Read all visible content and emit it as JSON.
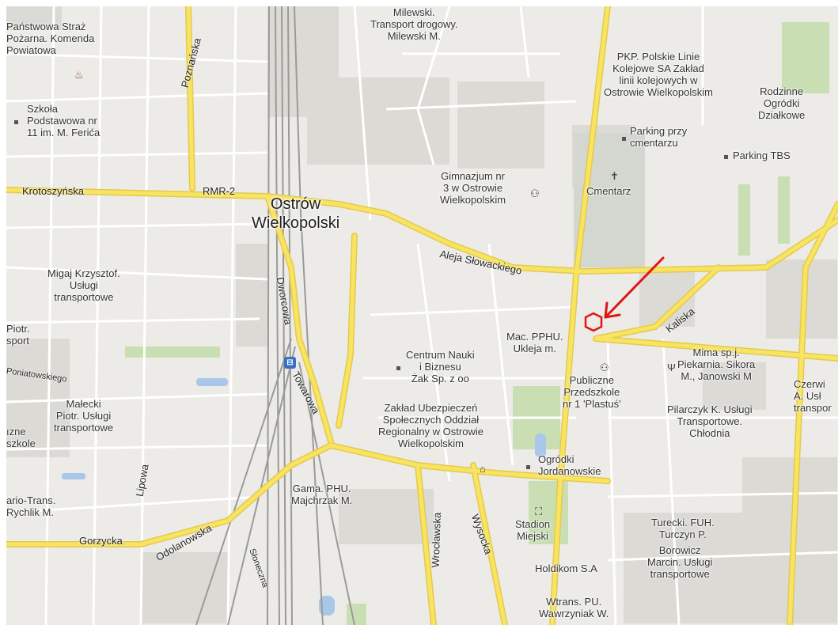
{
  "map": {
    "city_name": "Ostrów\nWielkopolski",
    "roads": {
      "krotoszynska": "Krotoszyńska",
      "rmr2": "RMR-2",
      "poznanska": "Poznańska",
      "aleja": "Aleja Słowackiego",
      "kaliska": "Kaliska",
      "dworcowa": "Dworcowa",
      "towarowa": "Towarowa",
      "odolanowska": "Odolanowska",
      "gorzycka": "Gorzycka",
      "lipowa": "Lipowa",
      "sloneczna": "Słoneczna",
      "wroclawska": "Wrocławska",
      "wysocka": "Wysocka",
      "poniatowskiego": "Poniatowskiego"
    },
    "places": {
      "straz": "Państwowa Straż\nPożarna. Komenda\nPowiatowa",
      "milewski": "Milewski.\nTransport drogowy.\nMilewski M.",
      "pkp": "PKP. Polskie Linie\nKolejowe SA Zakład\nlinii kolejowych w\nOstrowie Wielkopolskim",
      "rodzinne": "Rodzinne\nOgródki\nDziałkowe",
      "szkola": "Szkoła\nPodstawowa nr\n11 im. M. Ferića",
      "parking_cm": "Parking przy\ncmentarzu",
      "parking_tbs": "Parking TBS",
      "gimnazjum": "Gimnazjum nr\n3 w Ostrowie\nWielkopolskim",
      "cmentarz": "Cmentarz",
      "migaj": "Migaj Krzysztof.\nUsługi\ntransportowe",
      "piotr": "Piotr.\nsport",
      "mac": "Mac. PPHU.\nUkleja m.",
      "centrum": "Centrum Nauki\ni Biznesu\nŻak Sp. z oo",
      "przedszkole": "Publiczne\nPrzedszkole\nnr 1 'Plastuś'",
      "mima": "Mima sp.j.\nPiekarnia. Sikora\nM., Janowski M",
      "czerwin": "Czerwi\nA. Usł\ntranspor",
      "malecki": "Małecki\nPiotr. Usługi\ntransportowe",
      "szkole": "ızne\nszkole",
      "zaklad": "Zakład Ubezpieczeń\nSpołecznych Oddział\nRegionalny w Ostrowie\nWielkopolskim",
      "pilarczyk": "Pilarczyk K. Usługi\nTransportowe.\nChłodnia",
      "ogrodki": "Ogródki\nJordanowskie",
      "gama": "Gama. PHU.\nMajchrzak M.",
      "ario": "ario-Trans.\nRychlik M.",
      "stadion": "Stadion\nMiejski",
      "turecki": "Turecki. FUH.\nTurczyn P.",
      "holdikom": "Holdikom S.A",
      "borowicz": "Borowicz\nMarcin. Usługi\ntransportowe",
      "wtrans": "Wtrans. PU.\nWawrzyniak W."
    },
    "icons": {
      "fire": "fire-station-icon",
      "cemetery": "cemetery-icon",
      "school": "school-icon",
      "museum": "museum-icon",
      "stadium": "stadium-icon",
      "bakery": "bakery-icon",
      "train": "train-station-icon",
      "marker": "marker-circle-icon",
      "arrow": "red-arrow-icon"
    },
    "colors": {
      "background": "#ecebe7",
      "road_major": "#f7e463",
      "road_minor": "#ffffff",
      "rail": "#9a9a9a",
      "park": "#c9dfb3",
      "water": "#a9c7e8",
      "marker": "#e01515"
    }
  }
}
